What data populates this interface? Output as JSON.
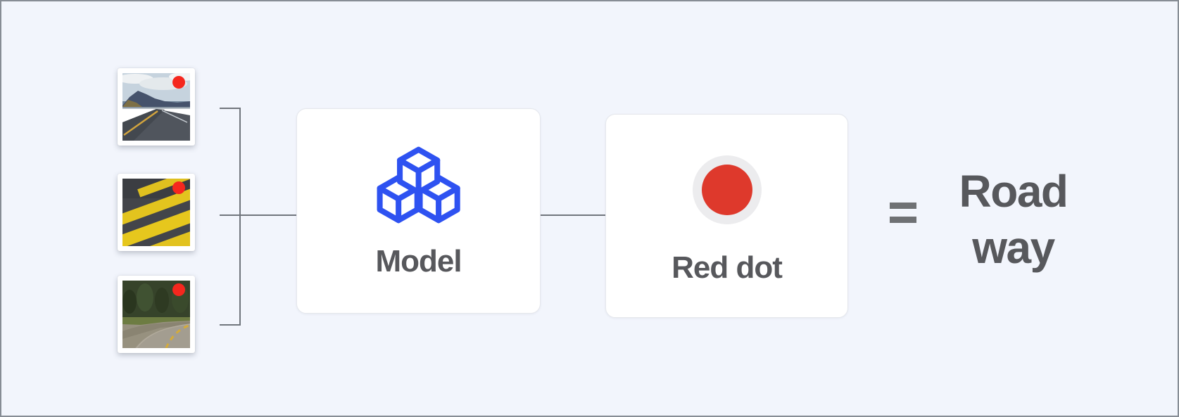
{
  "canvas": {
    "background": "#f2f5fc",
    "frame_border": "#878d95"
  },
  "input_photos": {
    "items": [
      {
        "name": "mountain-highway-photo",
        "marker": "red-dot"
      },
      {
        "name": "yellow-crosswalk-photo",
        "marker": "red-dot"
      },
      {
        "name": "winding-forest-road-photo",
        "marker": "red-dot"
      }
    ]
  },
  "model_card": {
    "label": "Model",
    "icon": "cubes-icon"
  },
  "output_card": {
    "label": "Red dot",
    "icon": "red-dot-circle"
  },
  "equation": {
    "equals_sign": "=",
    "result_line1": "Road",
    "result_line2": "way"
  },
  "colors": {
    "bg": "#f2f5fc",
    "frame_border": "#878d95",
    "accent_blue": "#2e52f1",
    "marker_red": "#f5271e",
    "dot_red": "#de392c",
    "halo_gray": "#ececee",
    "text_gray": "#57585c",
    "line_gray": "#70757c"
  }
}
